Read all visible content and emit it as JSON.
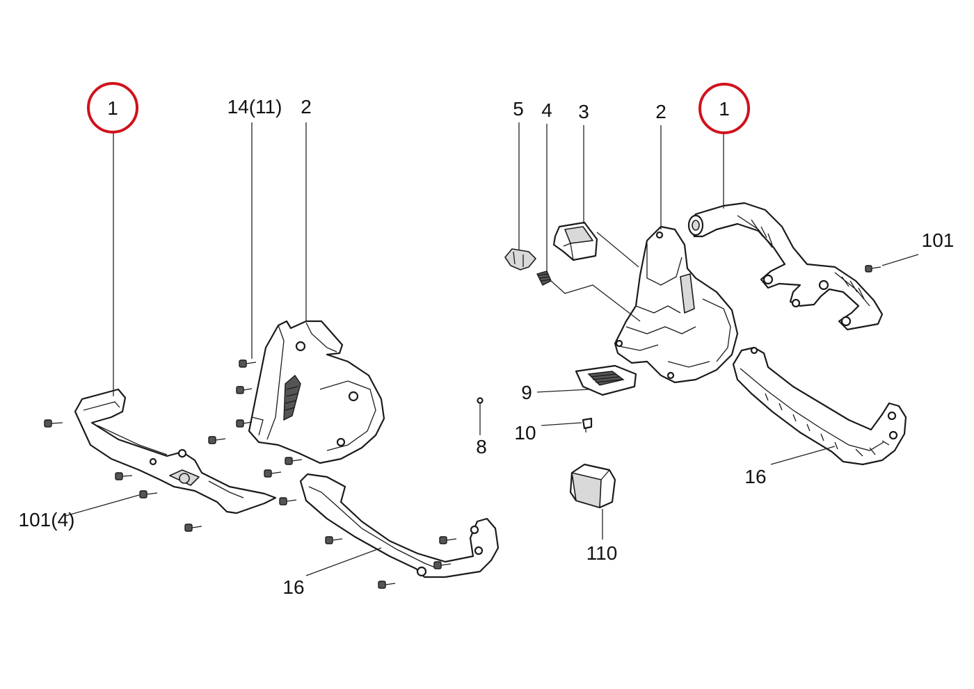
{
  "highlight_color": "#d0121b",
  "callouts": {
    "left": {
      "item_1": "1",
      "item_14": "14(11)",
      "item_2": "2",
      "item_101": "101(4)",
      "item_16": "16"
    },
    "right": {
      "item_5": "5",
      "item_4": "4",
      "item_3": "3",
      "item_2": "2",
      "item_1": "1",
      "item_101": "101",
      "item_8": "8",
      "item_9": "9",
      "item_10": "10",
      "item_16": "16",
      "item_110": "110"
    }
  },
  "highlighted_items": [
    "1"
  ]
}
